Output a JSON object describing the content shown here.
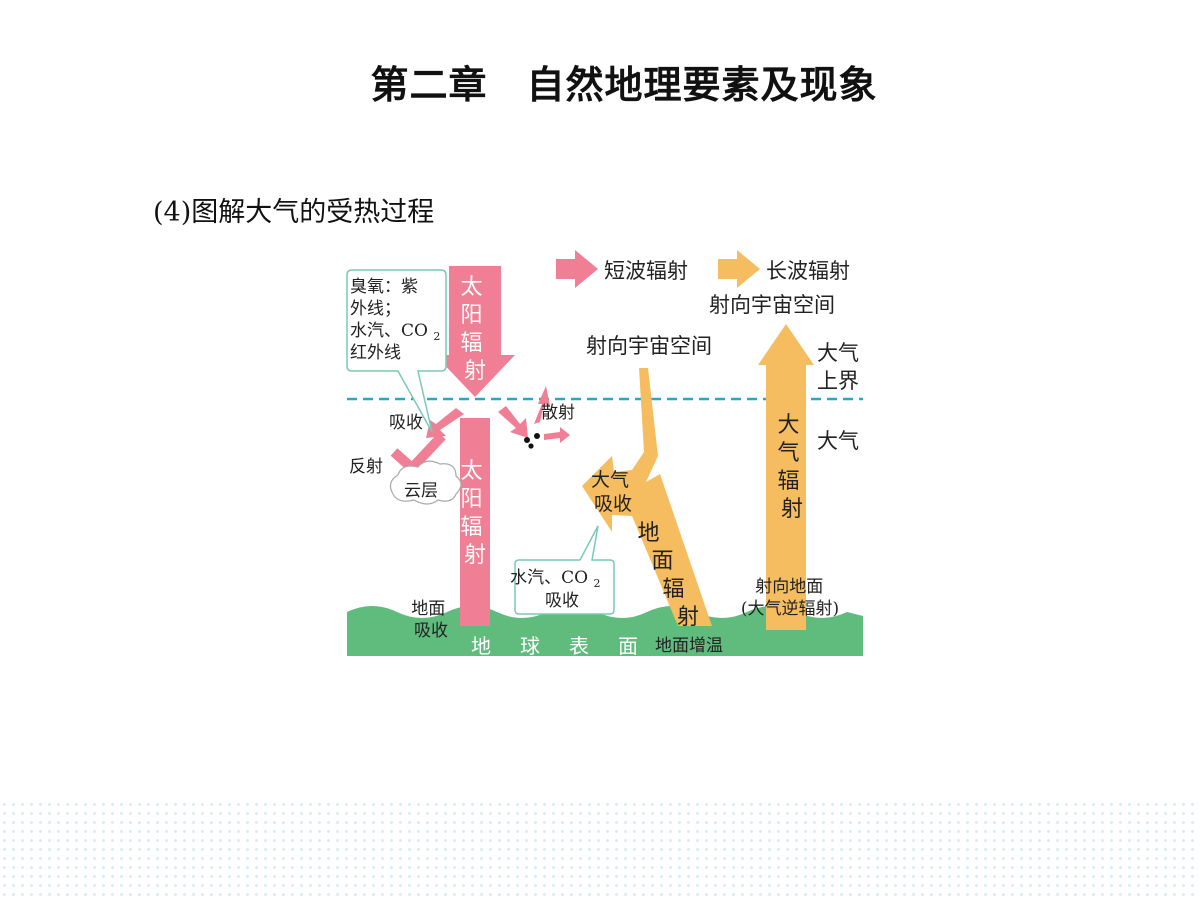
{
  "page": {
    "title": "第二章　自然地理要素及现象",
    "subtitle": "(4)图解大气的受热过程"
  },
  "diagram": {
    "legend": {
      "short_wave": "短波辐射",
      "long_wave": "长波辐射"
    },
    "labels": {
      "solar_radiation_top": [
        "太",
        "阳",
        "辐",
        "射"
      ],
      "solar_radiation_bottom": [
        "太",
        "阳",
        "辐",
        "射"
      ],
      "ground_radiation": [
        "地",
        "面",
        "辐",
        "射"
      ],
      "atmospheric_radiation": [
        "大",
        "气",
        "辐",
        "射"
      ],
      "absorb_box": [
        "臭氧：紫",
        "外线；",
        "水汽、CO",
        "红外线"
      ],
      "absorb_box_sub": "2",
      "absorb": "吸收",
      "reflect": "反射",
      "cloud": "云层",
      "scatter": "散射",
      "to_space_left": "射向宇宙空间",
      "to_space_right": "射向宇宙空间",
      "upper_boundary": [
        "大气",
        "上界"
      ],
      "atmosphere": "大气",
      "atm_absorb": [
        "大气",
        "吸收"
      ],
      "vapor_box": [
        "水汽、CO",
        "吸收"
      ],
      "vapor_box_sub": "2",
      "ground_absorb": [
        "地面",
        "吸收"
      ],
      "earth_surface": [
        "地",
        "球",
        "表",
        "面"
      ],
      "ground_warming": "地面增温",
      "to_ground": [
        "射向地面",
        "(大气逆辐射)"
      ]
    },
    "colors": {
      "short_wave": "#f07f95",
      "long_wave": "#f6bd60",
      "earth": "#5fbc7d",
      "boundary": "#2aa6c8",
      "box_border": "#7cc8b8"
    }
  }
}
